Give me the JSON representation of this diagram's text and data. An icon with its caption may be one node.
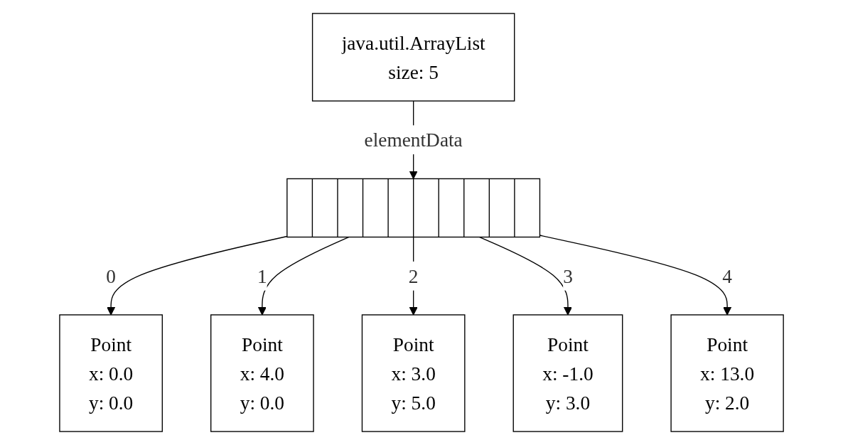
{
  "diagram": {
    "nodes": [
      {
        "text": [
          "java.util.ArrayList",
          "size: 5"
        ]
      },
      {
        "text": [],
        "shape": "bar"
      },
      {
        "text": [
          "Point",
          "x: 0.0",
          "y: 0.0"
        ]
      },
      {
        "text": [
          "Point",
          "x: 4.0",
          "y: 0.0"
        ]
      },
      {
        "text": [
          "Point",
          "x: 3.0",
          "y: 5.0"
        ]
      },
      {
        "text": [
          "Point",
          "x: -1.0",
          "y: 3.0"
        ]
      },
      {
        "text": [
          "Point",
          "x: 13.0",
          "y: 2.0"
        ]
      }
    ],
    "edges": [
      {
        "from": 0,
        "to": 1,
        "arrow": "to",
        "label": "elementData"
      },
      {
        "from": 1,
        "to": 2,
        "arrow": "to",
        "label": "0"
      },
      {
        "from": 1,
        "to": 3,
        "arrow": "to",
        "label": "1"
      },
      {
        "from": 1,
        "to": 4,
        "arrow": "to",
        "label": "2"
      },
      {
        "from": 1,
        "to": 5,
        "arrow": "to",
        "label": "3"
      },
      {
        "from": 1,
        "to": 6,
        "arrow": "to",
        "label": "4"
      }
    ]
  }
}
